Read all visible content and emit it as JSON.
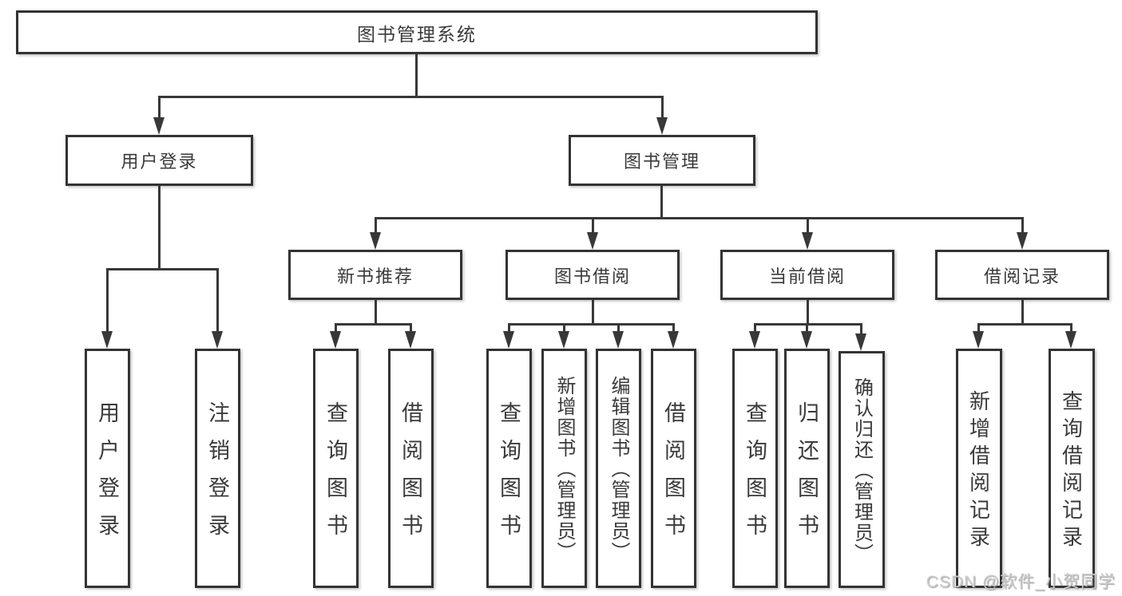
{
  "diagram": {
    "watermark": "CSDN @软件_小贺同学",
    "colors": {
      "line": "#383838",
      "border": "#333333",
      "text": "#3a3a3a",
      "background": "#ffffff",
      "watermark": "#cccccc"
    },
    "tree": {
      "label": "图书管理系统",
      "children": [
        {
          "label": "用户登录",
          "children": [
            {
              "label": "用户登录"
            },
            {
              "label": "注销登录"
            }
          ]
        },
        {
          "label": "图书管理",
          "children": [
            {
              "label": "新书推荐",
              "children": [
                {
                  "label": "查询图书"
                },
                {
                  "label": "借阅图书"
                }
              ]
            },
            {
              "label": "图书借阅",
              "children": [
                {
                  "label": "查询图书"
                },
                {
                  "label": "新增图书（管理员）"
                },
                {
                  "label": "编辑图书（管理员）"
                },
                {
                  "label": "借阅图书"
                }
              ]
            },
            {
              "label": "当前借阅",
              "children": [
                {
                  "label": "查询图书"
                },
                {
                  "label": "归还图书"
                },
                {
                  "label": "确认归还（管理员）"
                }
              ]
            },
            {
              "label": "借阅记录",
              "children": [
                {
                  "label": "新增借阅记录"
                },
                {
                  "label": "查询借阅记录"
                }
              ]
            }
          ]
        }
      ]
    }
  }
}
